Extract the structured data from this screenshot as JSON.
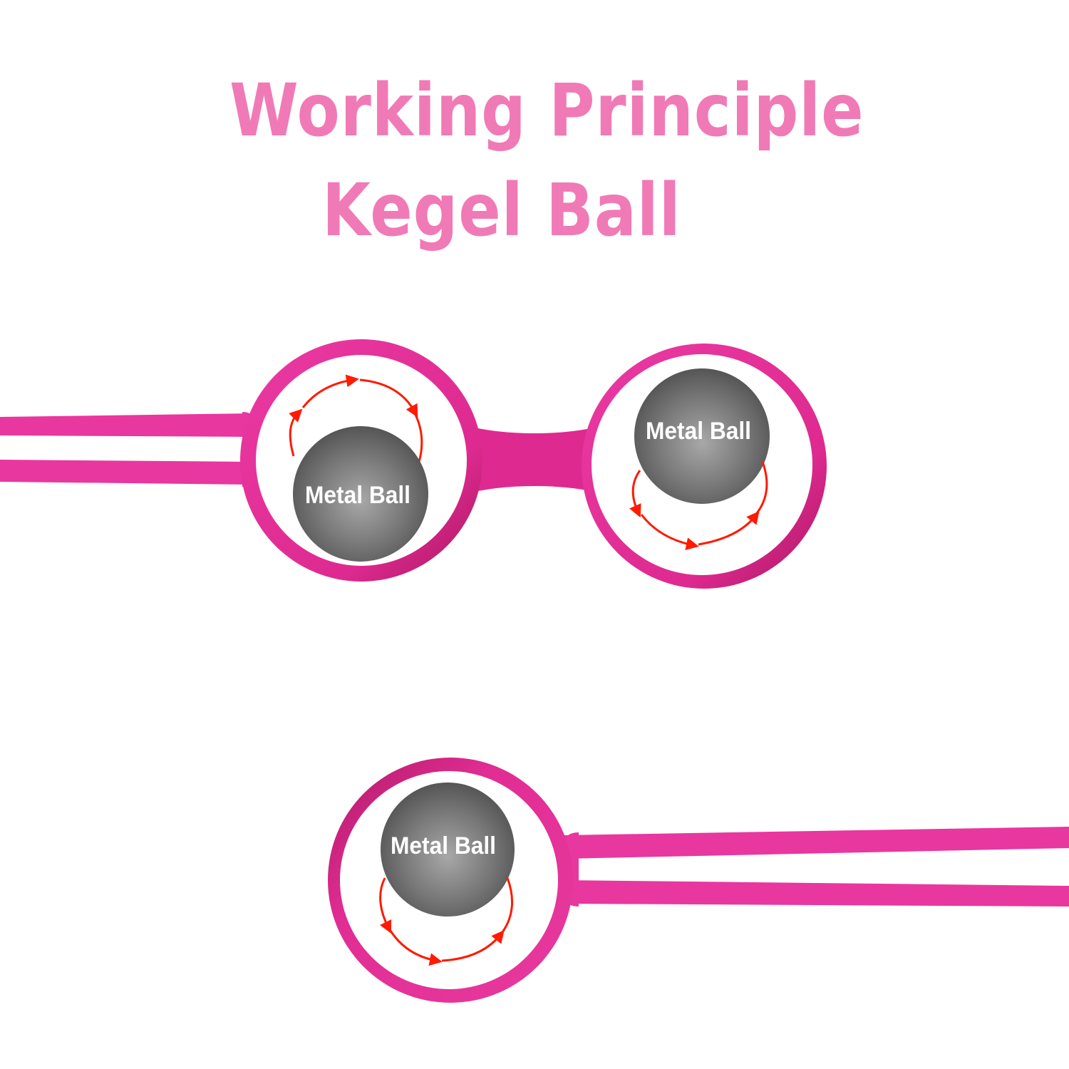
{
  "title": {
    "line1": "Working Principle",
    "line2": "Kegel Ball"
  },
  "balls": [
    {
      "label": "Metal Ball"
    },
    {
      "label": "Metal Ball"
    },
    {
      "label": "Metal Ball"
    }
  ],
  "colors": {
    "title": "#f07ab6",
    "silicone": "#e8379f",
    "silicone_dark": "#c0196e",
    "metal_ball": "#6e6e6e",
    "arrow": "#ff1a00"
  }
}
